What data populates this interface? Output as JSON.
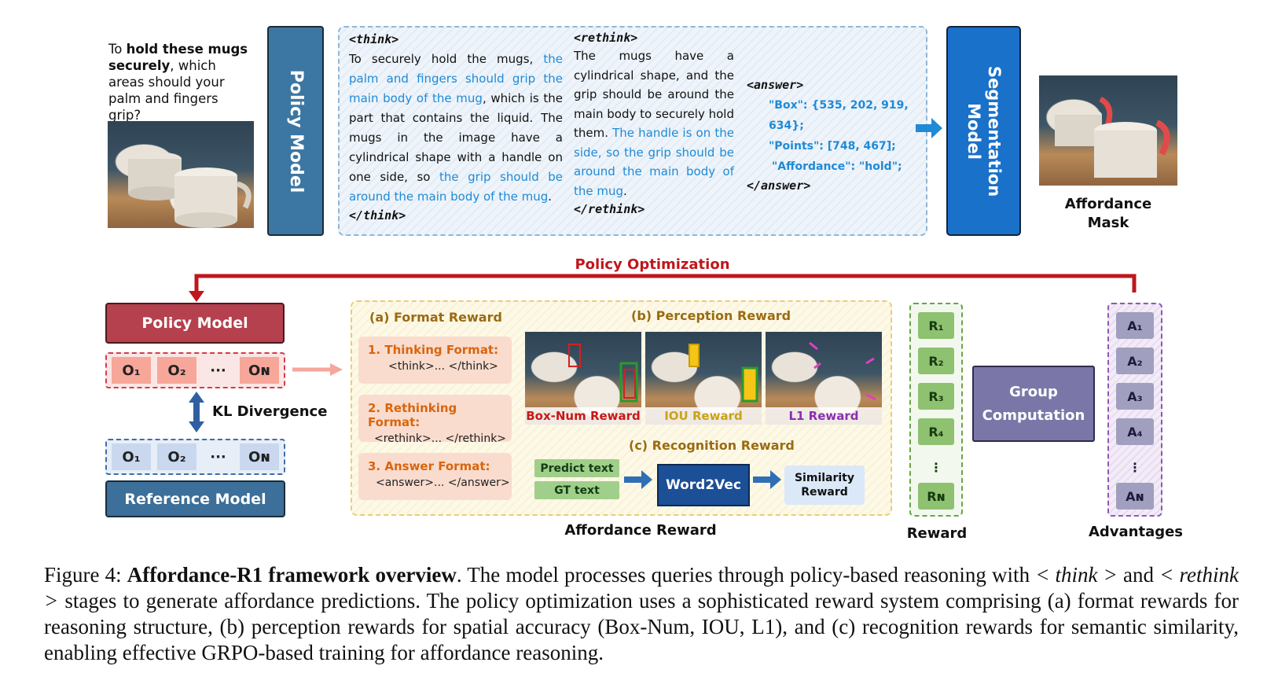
{
  "question": {
    "prefix": "To ",
    "bold": "hold these mugs securely",
    "suffix": ", which areas should your palm and fingers grip?"
  },
  "policy_model_label": "Policy Model",
  "think": {
    "open_tag": "<think>",
    "text_1": "To securely hold the mugs, ",
    "highlight_1": "the palm and fingers should grip the main body of the mug",
    "text_2": ", which is the part that contains the liquid. The mugs in the image have a cylindrical shape with a handle on one side, so ",
    "highlight_2": "the grip should be around the main body of the mug",
    "text_3": ".",
    "close_tag": "</think>"
  },
  "rethink": {
    "open_tag": "<rethink>",
    "text_1": "The mugs have a cylindrical shape, and the grip should be around the main body to securely hold them. ",
    "highlight_1": "The handle is on the side, so the grip should be around the main body of the mug",
    "text_2": ".",
    "close_tag": "</rethink>"
  },
  "answer": {
    "open_tag": "<answer>",
    "box": "\"Box\": {535, 202, 919, 634};",
    "points": "\"Points\": [748, 467];",
    "affordance": "\"Affordance\": \"hold\";",
    "close_tag": "</answer>"
  },
  "segmentation_model": {
    "line1": "Segmentation",
    "line2": "Model"
  },
  "affordance_mask": {
    "line1": "Affordance",
    "line2": "Mask"
  },
  "policy_optimization": "Policy Optimization",
  "policy_model_bottom": "Policy Model",
  "reference_model": "Reference Model",
  "outputs": [
    "O₁",
    "O₂",
    "···",
    "Oₙ"
  ],
  "outputs_display": [
    "O₁",
    "O₂",
    "···",
    "Oɴ"
  ],
  "kl_divergence": "KL Divergence",
  "format_reward": {
    "title": "(a) Format Reward",
    "items": [
      {
        "title": "1. Thinking Format:",
        "code": "<think>... </think>"
      },
      {
        "title": "2. Rethinking Format:",
        "code": "<rethink>... </rethink>"
      },
      {
        "title": "3. Answer Format:",
        "code": "<answer>... </answer>"
      }
    ]
  },
  "perception_reward": {
    "title": "(b) Perception Reward",
    "items": [
      {
        "label": "Box-Num Reward",
        "color": "#c81818"
      },
      {
        "label": "IOU Reward",
        "color": "#c9a318"
      },
      {
        "label": "L1 Reward",
        "color": "#8a2fb0"
      }
    ]
  },
  "recognition_reward": {
    "title": "(c) Recognition Reward",
    "predict_text": "Predict text",
    "gt_text": "GT text",
    "word2vec": "Word2Vec",
    "similarity": {
      "line1": "Similarity",
      "line2": "Reward"
    }
  },
  "affordance_reward_label": "Affordance Reward",
  "rewards": [
    "R₁",
    "R₂",
    "R₃",
    "R₄",
    "⋮",
    "Rɴ"
  ],
  "reward_label": "Reward",
  "group_computation": {
    "line1": "Group",
    "line2": "Computation"
  },
  "advantages": [
    "A₁",
    "A₂",
    "A₃",
    "A₄",
    "⋮",
    "Aɴ"
  ],
  "advantages_label": "Advantages",
  "caption": {
    "fig": "Figure 4: ",
    "bold": "Affordance-R1 framework overview",
    "t1": ". The model processes queries through policy-based reasoning with ",
    "think": "< think >",
    "t2": " and ",
    "rethink": "< rethink >",
    "t3": " stages to generate affordance predictions. The policy optimization uses a sophisticated reward system comprising (a) format rewards for reasoning structure, (b) perception rewards for spatial accuracy (Box-Num, IOU, L1), and (c) recognition rewards for semantic similarity, enabling effective GRPO-based training for affordance reasoning."
  },
  "colors": {
    "policy_top": "#3c77a3",
    "segmentation": "#1971c9",
    "policy_bottom": "#b5404e",
    "reference": "#3c6f99",
    "arrow_red": "#c0161c",
    "arrow_blue": "#2f6fb6",
    "word2vec": "#1b4f96",
    "group": "#7a77a8",
    "highlight_text": "#1f8ad6"
  }
}
